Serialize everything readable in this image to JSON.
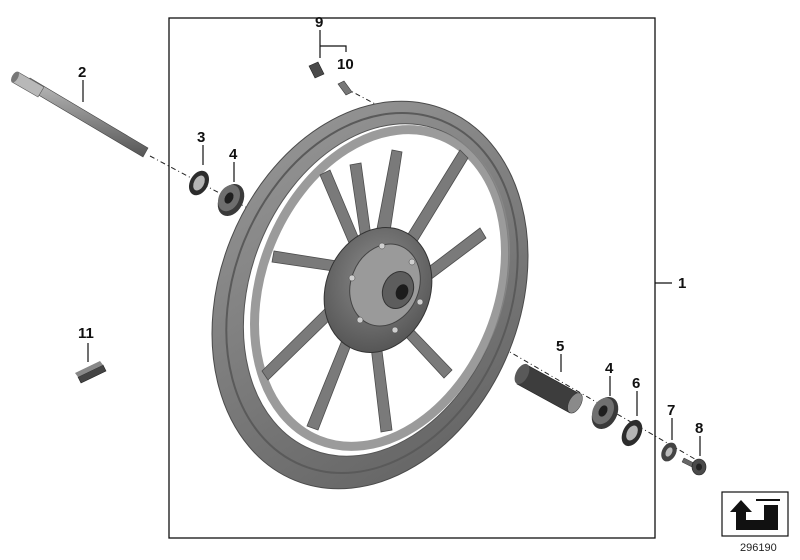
{
  "callouts": {
    "c1": "1",
    "c2": "2",
    "c3": "3",
    "c4a": "4",
    "c4b": "4",
    "c5": "5",
    "c6": "6",
    "c7": "7",
    "c8": "8",
    "c9": "9",
    "c10": "10",
    "c11": "11"
  },
  "document_number": "296190",
  "icons": {
    "parts_list": "arrow-reference-icon"
  }
}
